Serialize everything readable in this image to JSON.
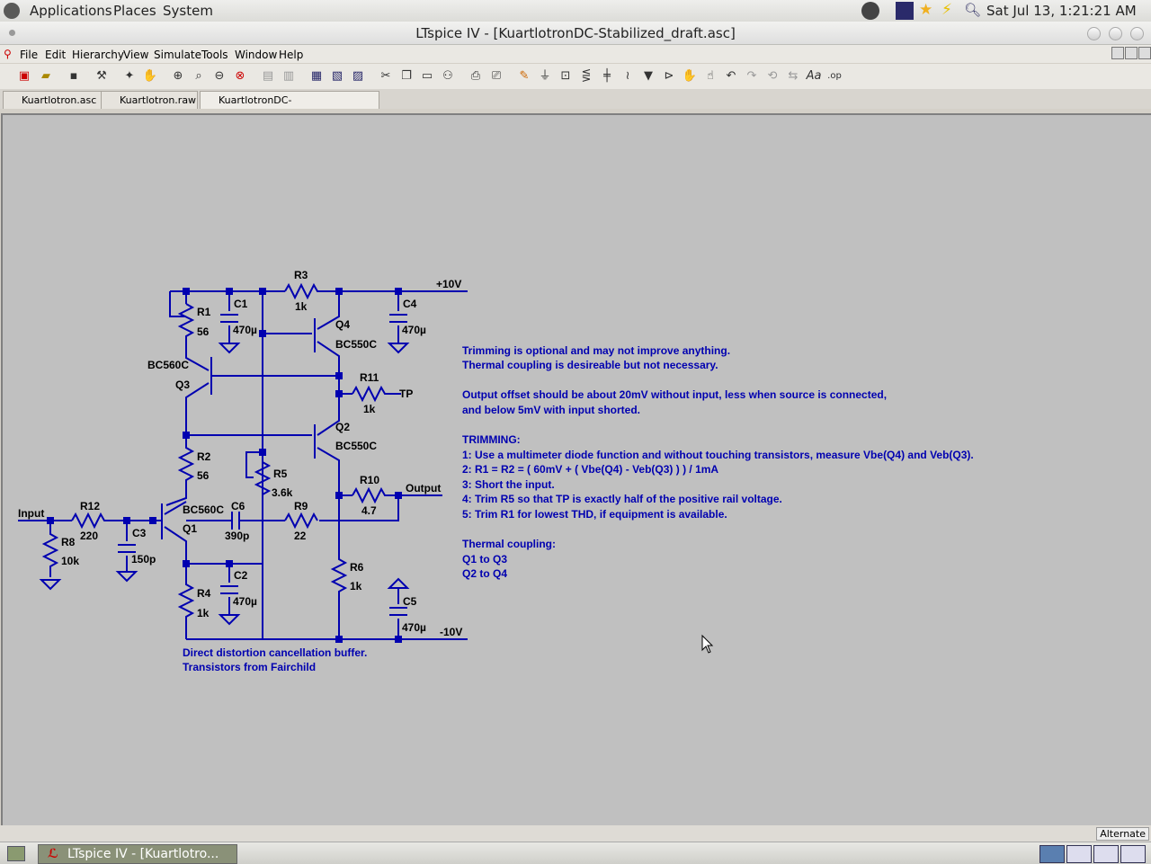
{
  "topbar": {
    "menus": [
      "Applications",
      "Places",
      "System"
    ],
    "clock": "Sat Jul 13,  1:21:21 AM"
  },
  "window": {
    "title": "LTspice IV - [KuartlotronDC-Stabilized_draft.asc]"
  },
  "menubar": [
    "File",
    "Edit",
    "Hierarchy",
    "View",
    "Simulate",
    "Tools",
    "Window",
    "Help"
  ],
  "tabs": [
    {
      "label": "Kuartlotron.asc"
    },
    {
      "label": "Kuartlotron.raw"
    },
    {
      "label": "KuartlotronDC-Stabilized_draft.asc",
      "active": true
    }
  ],
  "schematic": {
    "nets": {
      "vplus": "+10V",
      "vminus": "-10V",
      "input": "Input",
      "output": "Output",
      "tp": "TP"
    },
    "components": {
      "R1": {
        "name": "R1",
        "value": "56"
      },
      "R2": {
        "name": "R2",
        "value": "56"
      },
      "R3": {
        "name": "R3",
        "value": "1k"
      },
      "R4": {
        "name": "R4",
        "value": "1k"
      },
      "R5": {
        "name": "R5",
        "value": "3.6k"
      },
      "R6": {
        "name": "R6",
        "value": "1k"
      },
      "R8": {
        "name": "R8",
        "value": "10k"
      },
      "R9": {
        "name": "R9",
        "value": "22"
      },
      "R10": {
        "name": "R10",
        "value": "4.7"
      },
      "R11": {
        "name": "R11",
        "value": "1k"
      },
      "R12": {
        "name": "R12",
        "value": "220"
      },
      "C1": {
        "name": "C1",
        "value": "470µ"
      },
      "C2": {
        "name": "C2",
        "value": "470µ"
      },
      "C3": {
        "name": "C3",
        "value": "150p"
      },
      "C4": {
        "name": "C4",
        "value": "470µ"
      },
      "C5": {
        "name": "C5",
        "value": "470µ"
      },
      "C6": {
        "name": "C6",
        "value": "390p"
      },
      "Q1": {
        "name": "Q1",
        "model": "BC560C"
      },
      "Q2": {
        "name": "Q2",
        "model": "BC550C"
      },
      "Q3": {
        "name": "Q3",
        "model": "BC560C"
      },
      "Q4": {
        "name": "Q4",
        "model": "BC550C"
      }
    },
    "caption": [
      "Direct distortion cancellation buffer.",
      "Transistors from Fairchild"
    ],
    "notes": [
      "Trimming is optional and may not improve anything.",
      "Thermal coupling is desireable but not necessary.",
      "",
      "Output offset should be about 20mV without input, less when source is connected,",
      "and below 5mV with input shorted.",
      "",
      "TRIMMING:",
      "1: Use a multimeter diode function and without touching transistors, measure Vbe(Q4) and Veb(Q3).",
      "2: R1 = R2 = ( 60mV + ( Vbe(Q4) - Veb(Q3) ) ) / 1mA",
      "3: Short the input.",
      "4: Trim R5 so that TP is exactly half of the positive rail voltage.",
      "5: Trim R1 for lowest THD, if equipment is available.",
      "",
      "Thermal coupling:",
      "Q1 to Q3",
      "Q2 to Q4"
    ]
  },
  "statusbar": {
    "mode": "Alternate"
  },
  "taskbar": {
    "task": "LTspice IV - [Kuartlotro..."
  },
  "colors": {
    "wire": "#0000b0",
    "canvas": "#c0c0c0"
  }
}
